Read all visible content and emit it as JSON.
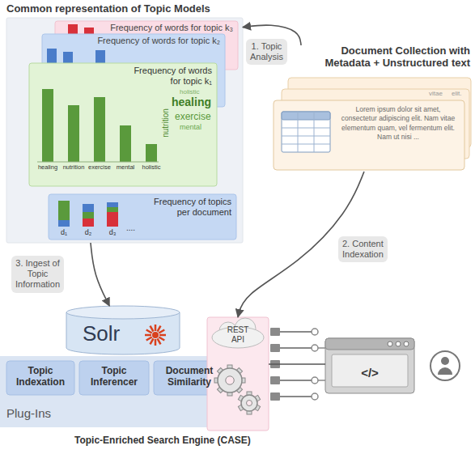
{
  "diagram": {
    "nodes": [
      {
        "text": [
          "Common representation of Topic Models"
        ]
      },
      {
        "text": [
          "Frequency of words for topic k₃"
        ],
        "in": 0
      },
      {
        "text": [
          "Frequency of words for topic k₂"
        ],
        "in": 0
      },
      {
        "text": [
          "Frequency of words for topic k₁"
        ],
        "in": 0
      },
      {
        "text": [
          "Frequency of topics per document"
        ],
        "in": 0
      },
      {
        "text": [
          "Document Collection with Metadata + Unstructured text",
          "Lorem ipsum dolor sit amet, consectetur adipiscing elit. Nam vitae elementum quam, vel fermentum elit. Nam ut nisi ..."
        ]
      },
      {
        "text": [
          "Solr"
        ]
      },
      {
        "text": [
          "Plug-Ins"
        ]
      },
      {
        "text": [
          "Topic Indexation"
        ],
        "in": 7
      },
      {
        "text": [
          "Topic Inferencer"
        ],
        "in": 7
      },
      {
        "text": [
          "Document Similarity"
        ],
        "in": 7
      },
      {
        "text": [
          "REST API"
        ]
      },
      {
        "text": [
          "</>"
        ]
      }
    ],
    "edges": [
      {
        "from": 5,
        "to": 0,
        "label": "1. Topic Analysis",
        "arrow": "to"
      },
      {
        "from": 5,
        "to": 11,
        "label": "2. Content Indexation",
        "arrow": "to"
      },
      {
        "from": 0,
        "to": 6,
        "label": "3. Ingest of Topic Information",
        "arrow": "to"
      },
      {
        "from": 11,
        "to": 12,
        "arrow": "none"
      }
    ],
    "labels": [
      "healing",
      "nutrition",
      "exercise",
      "mental",
      "holistic",
      "holistic",
      "healing",
      "nutrition",
      "exercise",
      "mental",
      "d₁",
      "d₂",
      "d₃",
      "....",
      "vitae",
      "elit.",
      "Topic-Enriched Search Engine (CASE)"
    ]
  }
}
